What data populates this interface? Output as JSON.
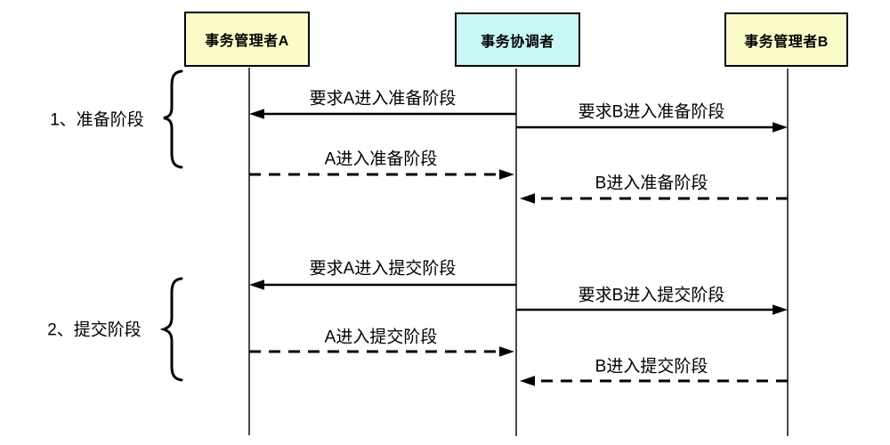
{
  "colors": {
    "manager_fill": "#FBFAC9",
    "coordinator_fill": "#C9F7F8",
    "box_border": "#000000",
    "lifeline": "#4A4A4A",
    "arrow": "#000000",
    "text": "#000000"
  },
  "actors": [
    {
      "id": "manager-a",
      "label": "事务管理者A"
    },
    {
      "id": "coordinator",
      "label": "事务协调者"
    },
    {
      "id": "manager-b",
      "label": "事务管理者B"
    }
  ],
  "phases": [
    {
      "label": "1、准备阶段"
    },
    {
      "label": "2、提交阶段"
    }
  ],
  "messages": [
    {
      "label": "要求A进入准备阶段",
      "from": "事务协调者",
      "to": "事务管理者A",
      "line": "solid"
    },
    {
      "label": "要求B进入准备阶段",
      "from": "事务协调者",
      "to": "事务管理者B",
      "line": "solid"
    },
    {
      "label": "A进入准备阶段",
      "from": "事务管理者A",
      "to": "事务协调者",
      "line": "dashed"
    },
    {
      "label": "B进入准备阶段",
      "from": "事务管理者B",
      "to": "事务协调者",
      "line": "dashed"
    },
    {
      "label": "要求A进入提交阶段",
      "from": "事务协调者",
      "to": "事务管理者A",
      "line": "solid"
    },
    {
      "label": "要求B进入提交阶段",
      "from": "事务协调者",
      "to": "事务管理者B",
      "line": "solid"
    },
    {
      "label": "A进入提交阶段",
      "from": "事务管理者A",
      "to": "事务协调者",
      "line": "dashed"
    },
    {
      "label": "B进入提交阶段",
      "from": "事务管理者B",
      "to": "事务协调者",
      "line": "dashed"
    }
  ]
}
